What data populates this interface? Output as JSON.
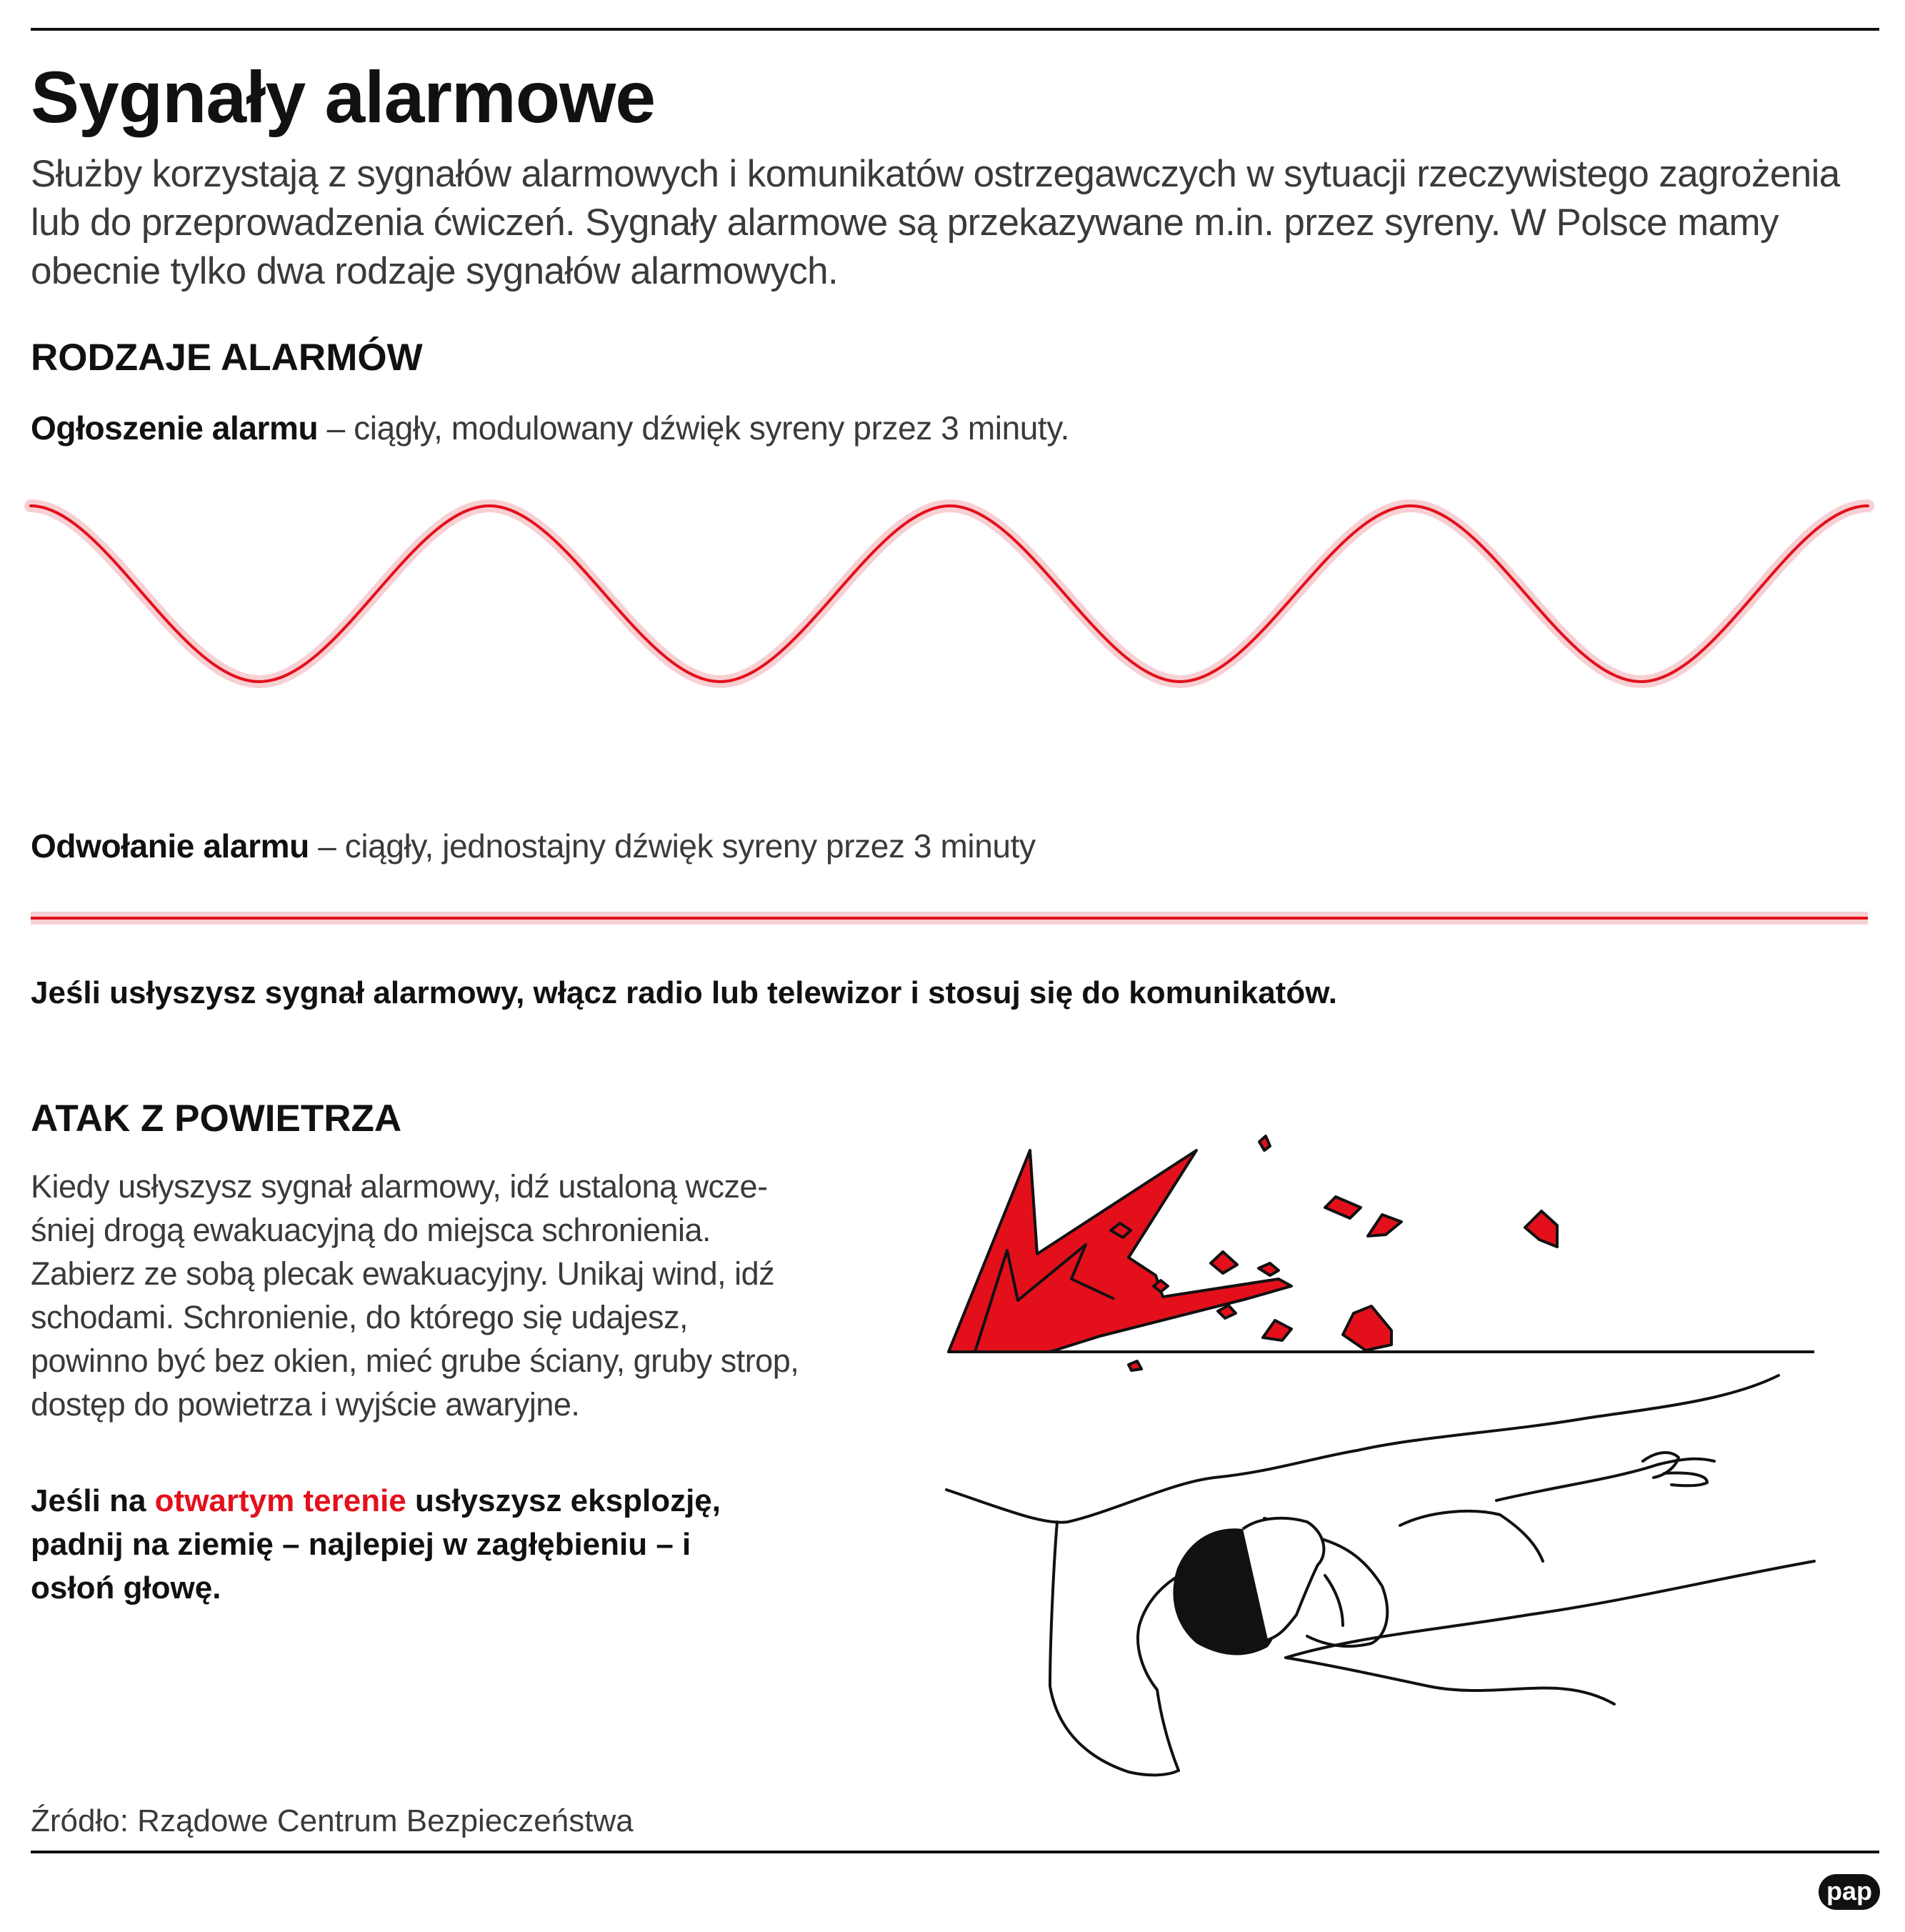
{
  "title": "Sygnały alarmowe",
  "intro": "Służby korzystają z sygnałów alarmowych i komunikatów ostrzegawczych w sytuacji rzeczywistego zagrożenia lub do przeprowadzenia ćwiczeń.  Sygnały alarmowe są przekazywane m.in. przez syreny. W Polsce mamy obecnie tylko dwa rodzaje sygnałów alarmowych.",
  "alarm_types": {
    "heading": "RODZAJE ALARMÓW",
    "alarm_on": {
      "label": "Ogłoszenie alarmu",
      "description": " – ciągły, modulowany dźwięk syreny przez 3 minuty."
    },
    "alarm_off": {
      "label": "Odwołanie alarmu",
      "description": " – ciągły, jednostajny dźwięk syreny przez 3 minuty"
    }
  },
  "instruction": "Jeśli usłyszysz sygnał alarmowy, włącz radio lub telewizor i stosuj się do komunikatów.",
  "air_attack": {
    "heading": "ATAK Z POWIETRZA",
    "body": "Kiedy usłyszysz sygnał alarmowy, idź ustaloną wcze-\nśniej drogą ewakuacyjną do miejsca schronienia. Zabierz ze sobą plecak ewakuacyjny. Unikaj wind, idź schodami. Schronienie, do którego się udajesz, powinno być bez okien, mieć grube ściany, gruby strop, dostęp do powietrza i wyjście awaryjne.",
    "tip_part1": "Jeśli na ",
    "tip_highlight": "otwartym terenie",
    "tip_part2": " usłyszysz eksplozję, padnij na ziemię – najlepiej w zagłębieniu – i osłoń głowę."
  },
  "source": "Źródło: Rządowe Centrum Bezpieczeństwa",
  "logo": "pap",
  "colors": {
    "accent_red": "#e3101c",
    "wave_glow": "#f7d0d3",
    "text_dark": "#111111",
    "text_body": "#3a3a3a"
  },
  "icons": {
    "explosion": "explosion-illustration",
    "person": "person-lying-covering-head-illustration"
  }
}
